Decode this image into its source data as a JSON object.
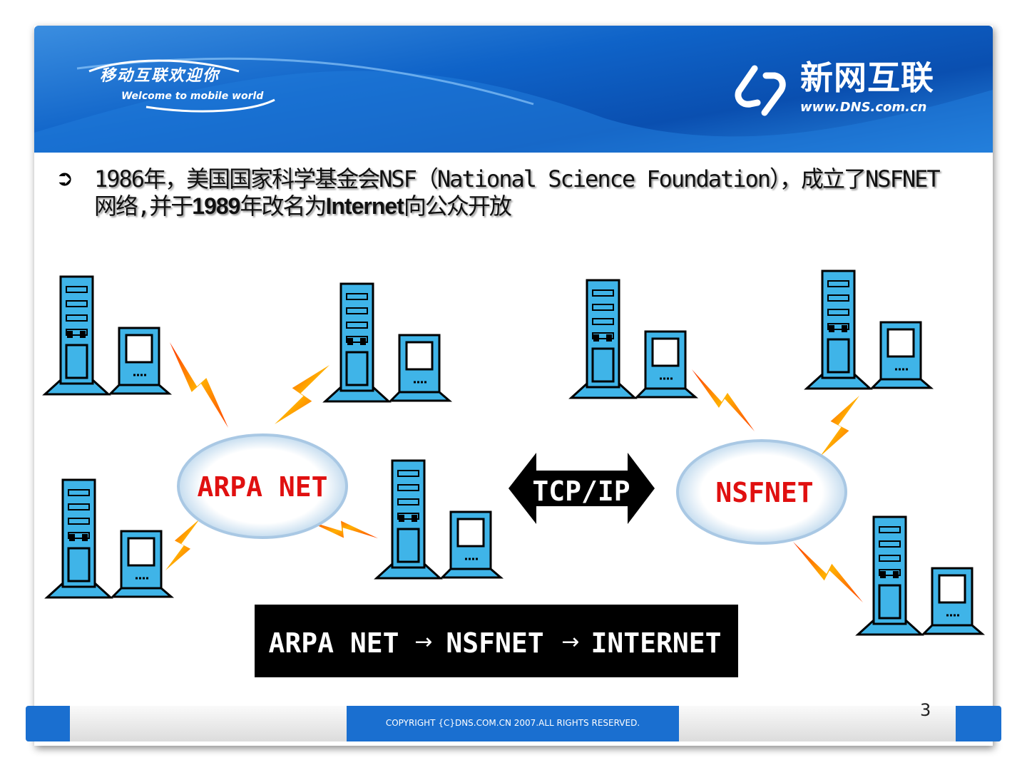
{
  "header": {
    "welcome_cn": "移动互联欢迎你",
    "welcome_en": "Welcome to mobile world",
    "brand_cn": "新网互联",
    "brand_url": "www.DNS.com.cn"
  },
  "body": {
    "bullet_part1": "1986年，美国国家科学基金会NSF（National Science Foundation），成立了NSFNET网络,并于",
    "bullet_bold1": "1989",
    "bullet_part2": "年改名为",
    "bullet_bold2": "Internet",
    "bullet_part3": "向公众开放"
  },
  "diagram": {
    "cloud_left": "ARPA NET",
    "cloud_right": "NSFNET",
    "protocol": "TCP/IP",
    "evolution": [
      "ARPA NET",
      "NSFNET",
      "INTERNET"
    ],
    "arrow": "→",
    "colors": {
      "server": "#3fb4e8",
      "cloud_text": "#e01010",
      "bolt": "#ff8a00"
    }
  },
  "footer": {
    "copyright": "COPYRIGHT {C}DNS.COM.CN 2007.ALL RIGHTS RESERVED.",
    "page_number": "3"
  }
}
